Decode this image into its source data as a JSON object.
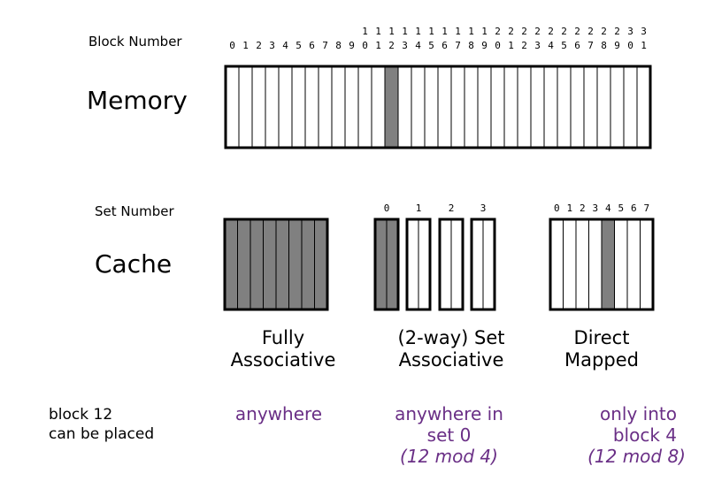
{
  "labels": {
    "block_number": "Block Number",
    "memory": "Memory",
    "set_number": "Set Number",
    "cache": "Cache"
  },
  "memory": {
    "block_count": 32,
    "highlighted_block": 12,
    "units_row": [
      "0",
      "1",
      "2",
      "3",
      "4",
      "5",
      "6",
      "7",
      "8",
      "9",
      "0",
      "1",
      "2",
      "3",
      "4",
      "5",
      "6",
      "7",
      "8",
      "9",
      "0",
      "1",
      "2",
      "3",
      "4",
      "5",
      "6",
      "7",
      "8",
      "9",
      "0",
      "1"
    ],
    "tens_row": [
      "",
      "",
      "",
      "",
      "",
      "",
      "",
      "",
      "",
      "",
      "1",
      "1",
      "1",
      "1",
      "1",
      "1",
      "1",
      "1",
      "1",
      "1",
      "2",
      "2",
      "2",
      "2",
      "2",
      "2",
      "2",
      "2",
      "2",
      "2",
      "3",
      "3"
    ]
  },
  "fully_associative": {
    "block_count": 8,
    "highlight_all": true
  },
  "set_associative": {
    "set_labels": [
      "0",
      "1",
      "2",
      "3"
    ],
    "ways": 2,
    "highlighted_set": 0
  },
  "direct_mapped": {
    "block_labels": [
      "0",
      "1",
      "2",
      "3",
      "4",
      "5",
      "6",
      "7"
    ],
    "highlighted_block": 4
  },
  "captions": {
    "fully_line1": "Fully",
    "fully_line2": "Associative",
    "set_line1": "(2-way) Set",
    "set_line2": "Associative",
    "direct_line1": "Direct",
    "direct_line2": "Mapped"
  },
  "placement": {
    "row_label_line1": "block 12",
    "row_label_line2": "can be placed",
    "fully": "anywhere",
    "set_line1": "anywhere in",
    "set_line2": "set 0",
    "set_line3": "(12 mod 4)",
    "direct_line1": "only into",
    "direct_line2": "block 4",
    "direct_line3": "(12 mod 8)"
  },
  "colors": {
    "highlight": "#808080",
    "cell": "#ffffff",
    "border": "#000000",
    "answer_text": "#6a2f86"
  }
}
